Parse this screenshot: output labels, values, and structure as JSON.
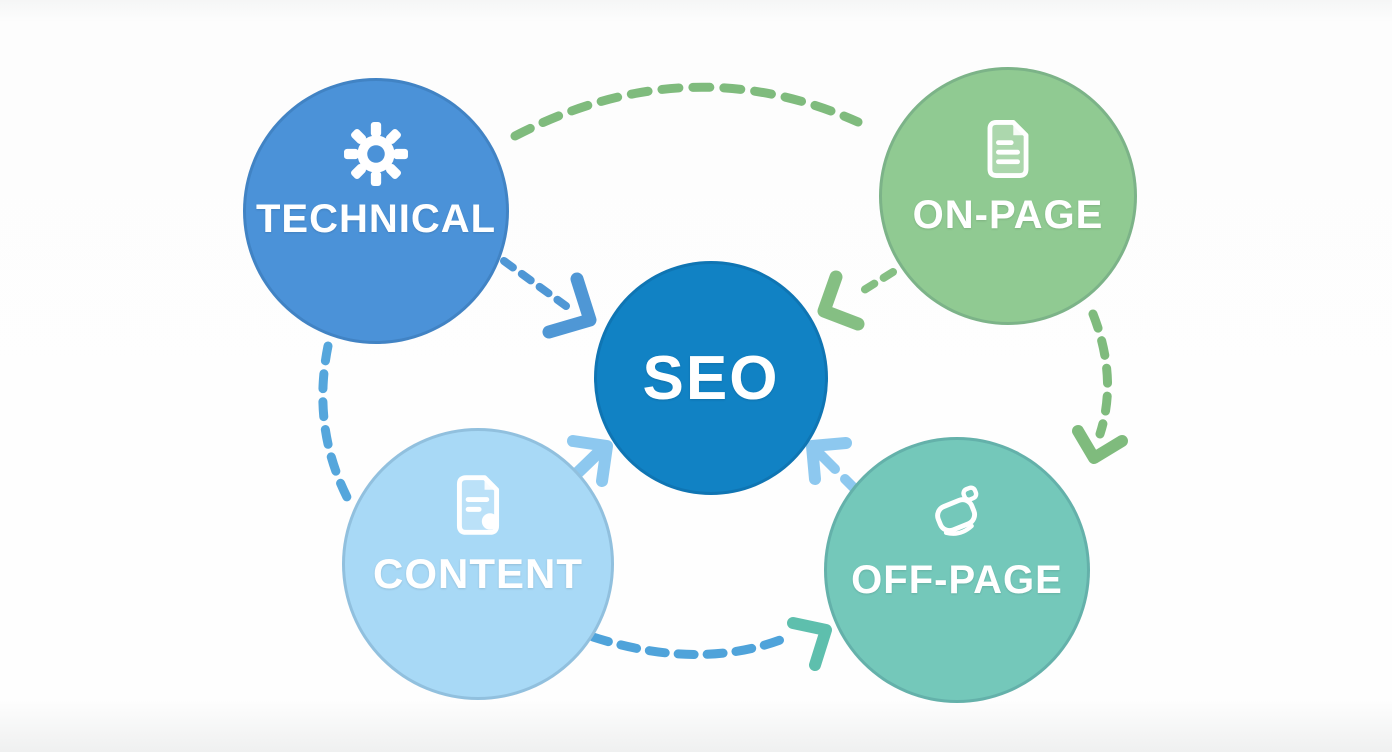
{
  "nodes": {
    "center": {
      "label": "SEO",
      "color": "#1182c4"
    },
    "technical": {
      "label": "TECHNICAL",
      "color": "#4b92d8",
      "icon": "gear-icon"
    },
    "onpage": {
      "label": "ON-PAGE",
      "color": "#90ca92",
      "icon": "document-icon"
    },
    "content": {
      "label": "CONTENT",
      "color": "#a8d9f6",
      "icon": "document-edit-icon"
    },
    "offpage": {
      "label": "OFF-PAGE",
      "color": "#74c8ba",
      "icon": "link-icon"
    }
  },
  "label_color": "#ffffff",
  "connectors": {
    "top_arc": "#7fbb7d",
    "right_arc": "#7fbb7d",
    "left_arc": "#55a6dc",
    "bottom_arc": "#4fa3da",
    "bottom_arc_head": "#5ebfad",
    "technical_to_seo": "#4f97d5",
    "onpage_to_seo": "#85bf83",
    "content_to_seo": "#8dc8ef",
    "offpage_to_seo": "#8dc8ef"
  }
}
